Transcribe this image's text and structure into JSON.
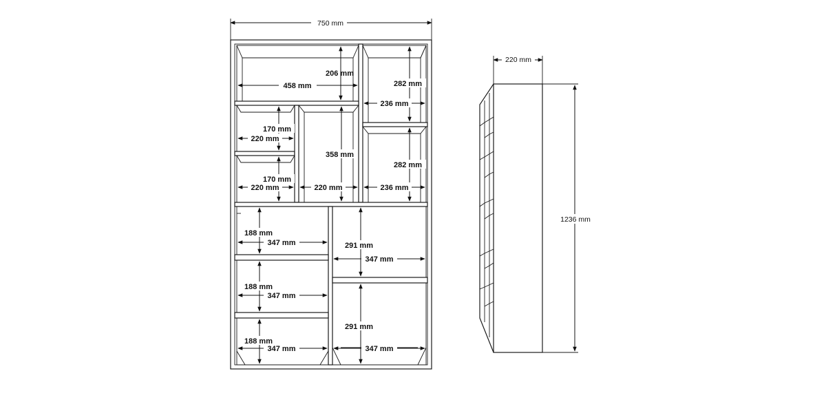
{
  "front": {
    "overall_width": "750 mm",
    "upper_left_top_height": "206 mm",
    "upper_left_top_width": "458 mm",
    "upper_right_top_height": "282 mm",
    "upper_right_top_width": "236 mm",
    "mid_left_top_height": "170 mm",
    "mid_left_top_width": "220 mm",
    "mid_left_bottom_height": "170 mm",
    "mid_left_bottom_width": "220 mm",
    "mid_center_height": "358 mm",
    "mid_center_width": "220 mm",
    "upper_right_bottom_height": "282 mm",
    "upper_right_bottom_width": "236 mm",
    "lower_left_1_height": "188 mm",
    "lower_left_1_width": "347 mm",
    "lower_left_2_height": "188 mm",
    "lower_left_2_width": "347 mm",
    "lower_left_3_height": "188 mm",
    "lower_left_3_width": "347 mm",
    "lower_right_1_height": "291 mm",
    "lower_right_1_width": "347 mm",
    "lower_right_2_height": "291 mm",
    "lower_right_2_width": "347 mm"
  },
  "side": {
    "depth": "220 mm",
    "overall_height": "1236 mm"
  }
}
